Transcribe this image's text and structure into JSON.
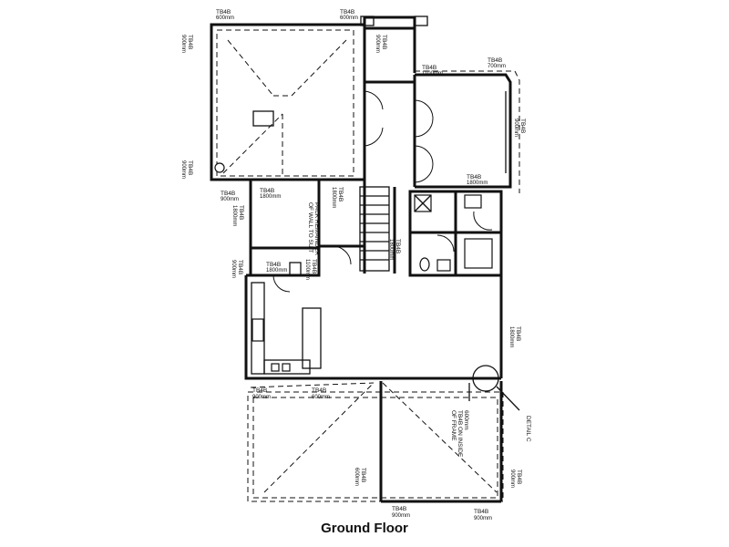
{
  "caption": "Ground Floor",
  "bracing": {
    "code": "TB4B",
    "l1": "600mm",
    "l2": "600mm",
    "l3": "900mm",
    "l4": "900mm",
    "l5": "1100mm",
    "l6": "700mm",
    "l7": "900mm",
    "l8": "900mm",
    "l9": "1800mm",
    "l10": "1800mm",
    "l11": "1800mm",
    "l12": "1800mm",
    "l13": "900mm",
    "l14": "1800mm",
    "l15": "900mm",
    "l16": "1800mm",
    "l17": "1100mm",
    "l18": "1800mm",
    "l19": "900mm",
    "l20": "600mm",
    "l21": "600mm",
    "l22": "900mm",
    "l23": "900mm",
    "l24": "900mm",
    "l25": "900mm",
    "l26": "900mm"
  },
  "notes": {
    "pack_line1": "PACK REMAINDER",
    "pack_line2": "OF WALL TO SUIT",
    "frame_line1": "600mm",
    "frame_line2": "TB4B ON INSIDE",
    "frame_line3": "OF FRAME",
    "detail": "DETAIL C"
  }
}
